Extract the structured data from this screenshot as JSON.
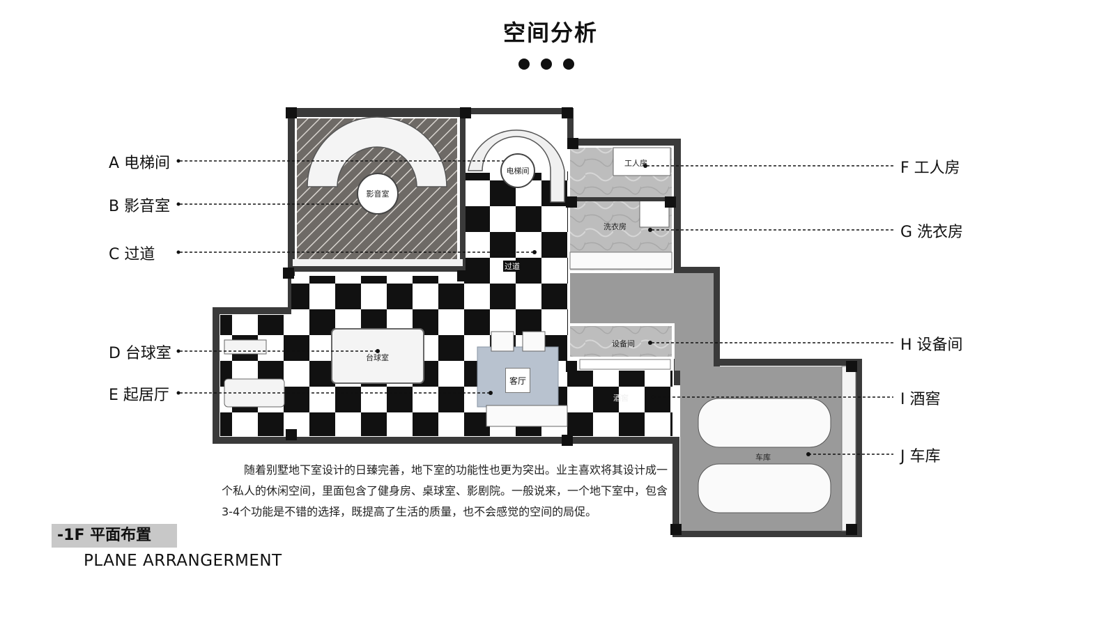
{
  "header": {
    "title": "空间分析"
  },
  "labels_left": [
    {
      "id": "A",
      "text": "A 电梯间"
    },
    {
      "id": "B",
      "text": "B 影音室"
    },
    {
      "id": "C",
      "text": "C 过道"
    },
    {
      "id": "D",
      "text": "D 台球室"
    },
    {
      "id": "E",
      "text": "E 起居厅"
    }
  ],
  "labels_right": [
    {
      "id": "F",
      "text": "F 工人房"
    },
    {
      "id": "G",
      "text": "G 洗衣房"
    },
    {
      "id": "H",
      "text": "H 设备间"
    },
    {
      "id": "I",
      "text": "I 酒窖"
    },
    {
      "id": "J",
      "text": "J 车库"
    }
  ],
  "rooms": {
    "elevator": "电梯间",
    "theater": "影音室",
    "corridor": "过道",
    "billiard": "台球室",
    "living": "客厅",
    "worker": "工人房",
    "laundry": "洗衣房",
    "equipment": "设备间",
    "wine": "酒窖",
    "garage": "车库"
  },
  "description": "随着别墅地下室设计的日臻完善，地下室的功能性也更为突出。业主喜欢将其设计成一个私人的休闲空间，里面包含了健身房、桌球室、影剧院。一般说来，一个地下室中，包含3-4个功能是不错的选择，既提高了生活的质量，也不会感觉的空间的局促。",
  "footer": {
    "floor_label": "-1F 平面布置",
    "subtitle": "PLANE ARRANGERMENT"
  },
  "colors": {
    "wall": "#3a3a3a",
    "checker_dark": "#111111",
    "checker_light": "#ffffff",
    "marble": "#b9b9b9",
    "garage": "#9a9a9a"
  }
}
